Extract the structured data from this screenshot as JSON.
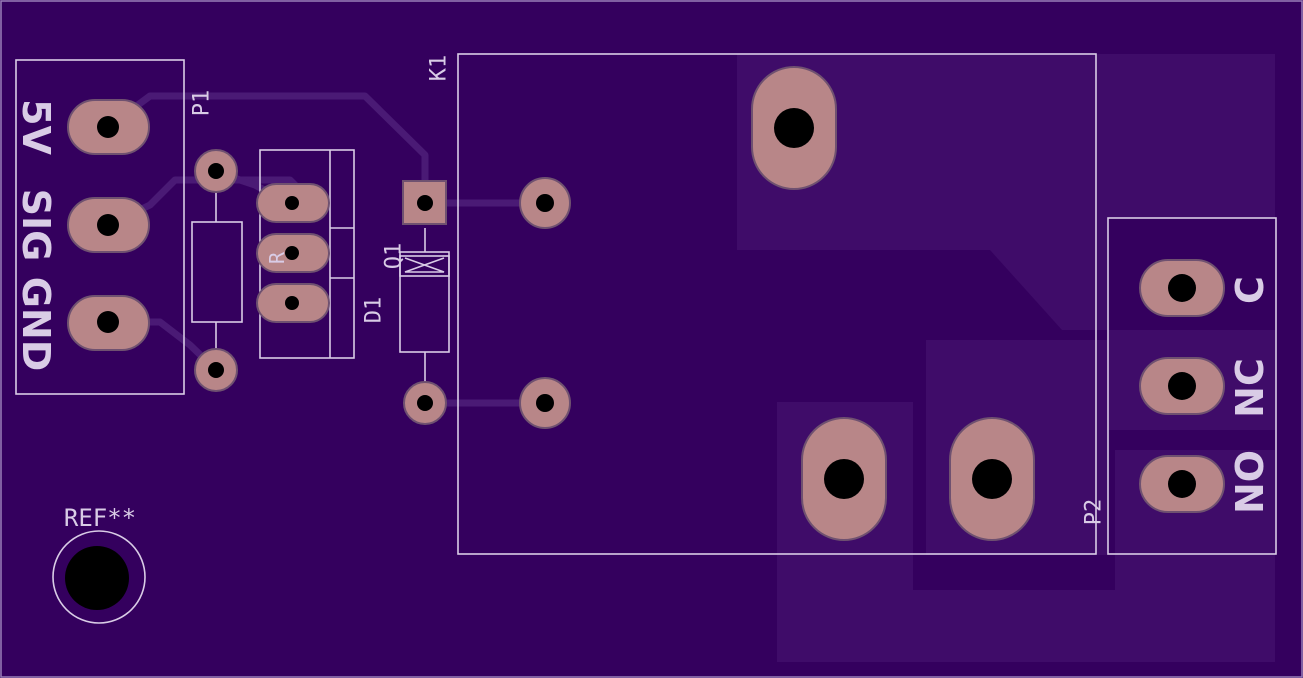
{
  "colors": {
    "substrate": "#34005e",
    "copper_fill": "#3d0a67",
    "trace": "#4a1c74",
    "pad": "#b88688",
    "pad_outline": "#7a5870",
    "silkscreen": "#d9cce6",
    "drill": "#000000"
  },
  "board": {
    "connector_labels": {
      "five_v": "5V",
      "sig": "SIG",
      "gnd": "GND"
    },
    "relay_labels": {
      "c": "C",
      "nc": "NC",
      "no": "NO"
    },
    "refs": {
      "p1": "P1",
      "p2": "P2",
      "k1": "K1",
      "q1": "Q1",
      "d1": "D1",
      "r": "R",
      "mount": "REF**"
    }
  }
}
